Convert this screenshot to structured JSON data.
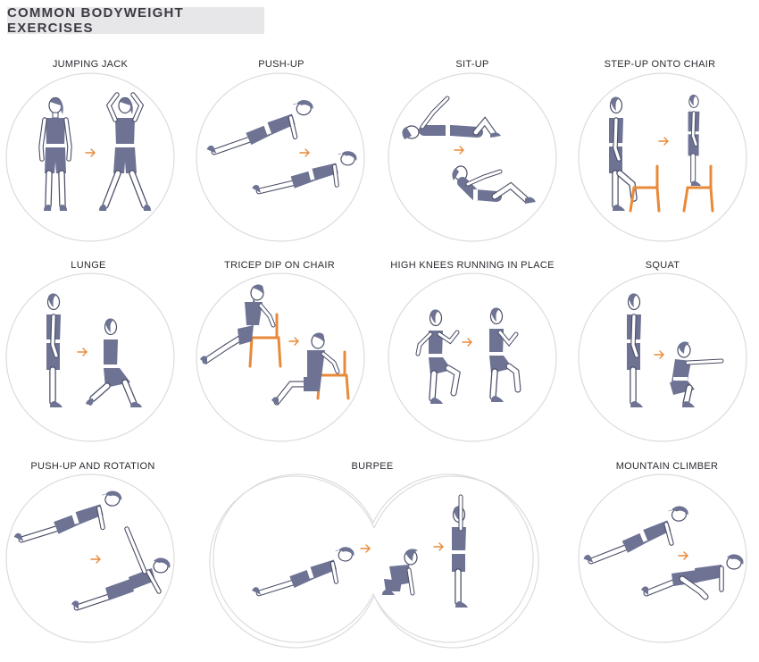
{
  "title": "COMMON BODYWEIGHT EXERCISES",
  "colors": {
    "figure": "#6e7394",
    "skin": "#ffffff",
    "outline": "#4a4e66",
    "chair": "#e88a3a",
    "arrow": "#e88a3a",
    "circle": "#dcdcdf",
    "band": "#ffffff"
  },
  "exercises": [
    {
      "label": "JUMPING JACK"
    },
    {
      "label": "PUSH-UP"
    },
    {
      "label": "SIT-UP"
    },
    {
      "label": "STEP-UP ONTO CHAIR"
    },
    {
      "label": "LUNGE"
    },
    {
      "label": "TRICEP DIP ON CHAIR"
    },
    {
      "label": "HIGH KNEES RUNNING IN PLACE"
    },
    {
      "label": "SQUAT"
    },
    {
      "label": "PUSH-UP AND ROTATION"
    },
    {
      "label": "BURPEE"
    },
    {
      "label": "MOUNTAIN CLIMBER"
    }
  ]
}
